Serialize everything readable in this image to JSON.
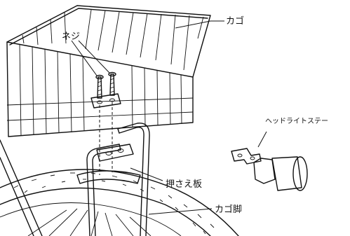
{
  "labels": {
    "basket": "カゴ",
    "screw": "ネジ",
    "headlight_stay": "ヘッドライトステー",
    "press_plate": "押さえ板",
    "basket_leg": "カゴ脚"
  },
  "colors": {
    "ink": "#111111",
    "background": "#ffffff",
    "lamp_shade": "#d9d9d9"
  }
}
